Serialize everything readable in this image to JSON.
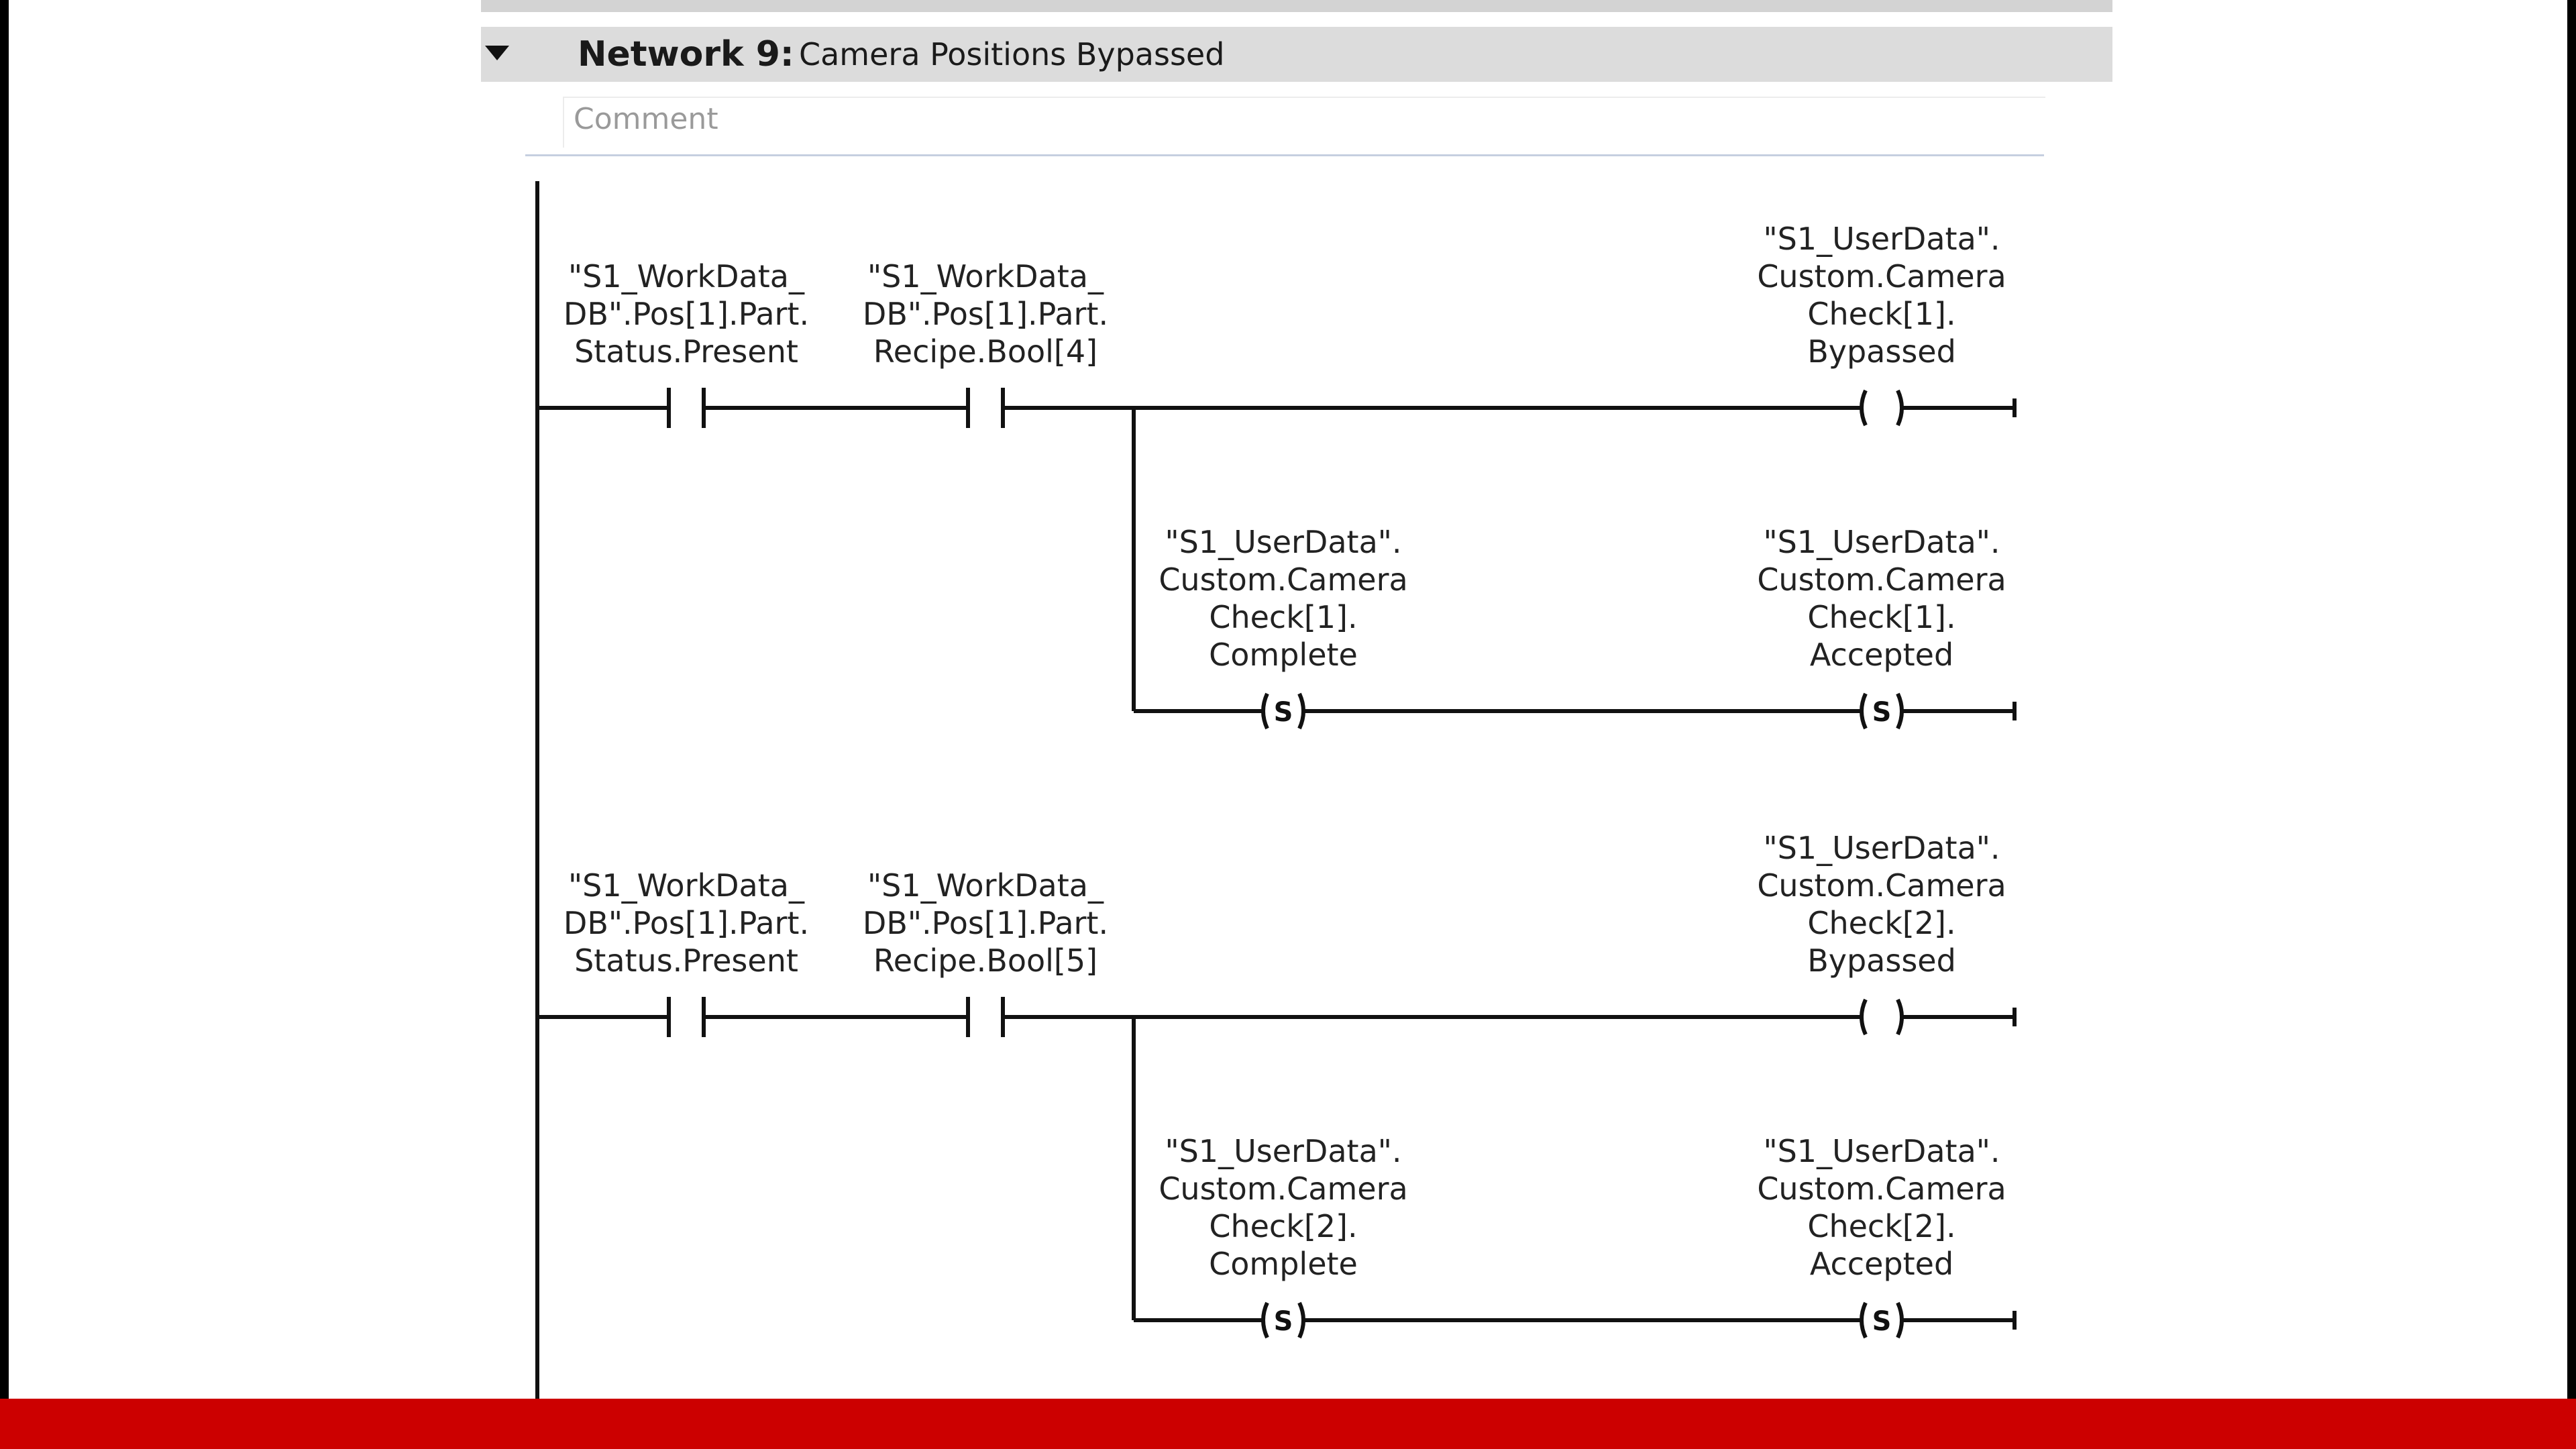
{
  "network": {
    "title": "Network 9:",
    "name": "Camera Positions Bypassed",
    "comment_placeholder": "Comment"
  },
  "ladder": {
    "rungs": [
      {
        "contacts": [
          {
            "lines": [
              "\"S1_WorkData_",
              "DB\".Pos[1].Part.",
              "Status.Present"
            ]
          },
          {
            "lines": [
              "\"S1_WorkData_",
              "DB\".Pos[1].Part.",
              "Recipe.Bool[4]"
            ]
          }
        ],
        "coil": {
          "type": "",
          "lines": [
            "\"S1_UserData\".",
            "Custom.Camera",
            "Check[1].",
            "Bypassed"
          ]
        },
        "branch": {
          "set1": {
            "type": "S",
            "lines": [
              "\"S1_UserData\".",
              "Custom.Camera",
              "Check[1].",
              "Complete"
            ]
          },
          "set2": {
            "type": "S",
            "lines": [
              "\"S1_UserData\".",
              "Custom.Camera",
              "Check[1].",
              "Accepted"
            ]
          }
        }
      },
      {
        "contacts": [
          {
            "lines": [
              "\"S1_WorkData_",
              "DB\".Pos[1].Part.",
              "Status.Present"
            ]
          },
          {
            "lines": [
              "\"S1_WorkData_",
              "DB\".Pos[1].Part.",
              "Recipe.Bool[5]"
            ]
          }
        ],
        "coil": {
          "type": "",
          "lines": [
            "\"S1_UserData\".",
            "Custom.Camera",
            "Check[2].",
            "Bypassed"
          ]
        },
        "branch": {
          "set1": {
            "type": "S",
            "lines": [
              "\"S1_UserData\".",
              "Custom.Camera",
              "Check[2].",
              "Complete"
            ]
          },
          "set2": {
            "type": "S",
            "lines": [
              "\"S1_UserData\".",
              "Custom.Camera",
              "Check[2].",
              "Accepted"
            ]
          }
        }
      }
    ]
  },
  "colors": {
    "footer_bar": "#cc0000",
    "header_bg": "#dcdcdc",
    "wire": "#111111"
  }
}
